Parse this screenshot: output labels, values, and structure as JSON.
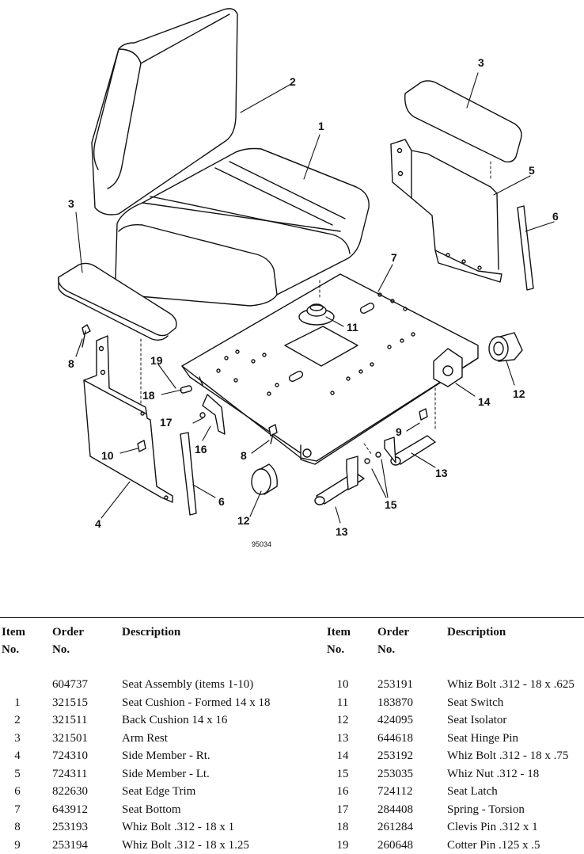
{
  "drawing": {
    "figure_code": "95034",
    "callouts": [
      "1",
      "2",
      "3",
      "3",
      "4",
      "5",
      "6",
      "6",
      "7",
      "8",
      "8",
      "9",
      "10",
      "11",
      "12",
      "12",
      "13",
      "13",
      "14",
      "15",
      "16",
      "17",
      "18",
      "19"
    ]
  },
  "table": {
    "headers": {
      "item": [
        "Item",
        "No."
      ],
      "order": [
        "Order",
        "No."
      ],
      "description": "Description"
    },
    "left_rows": [
      {
        "item": "",
        "order": "604737",
        "desc": "Seat Assembly (items 1-10)"
      },
      {
        "item": "1",
        "order": "321515",
        "desc": "Seat Cushion - Formed 14 x 18"
      },
      {
        "item": "2",
        "order": "321511",
        "desc": "Back Cushion 14 x 16"
      },
      {
        "item": "3",
        "order": "321501",
        "desc": "Arm Rest"
      },
      {
        "item": "4",
        "order": "724310",
        "desc": "Side Member - Rt."
      },
      {
        "item": "5",
        "order": "724311",
        "desc": "Side Member - Lt."
      },
      {
        "item": "6",
        "order": "822630",
        "desc": "Seat Edge Trim"
      },
      {
        "item": "7",
        "order": "643912",
        "desc": "Seat Bottom"
      },
      {
        "item": "8",
        "order": "253193",
        "desc": "Whiz Bolt .312 - 18 x 1"
      },
      {
        "item": "9",
        "order": "253194",
        "desc": "Whiz Bolt .312 - 18 x 1.25"
      }
    ],
    "right_rows": [
      {
        "item": "10",
        "order": "253191",
        "desc": "Whiz Bolt .312 - 18 x .625"
      },
      {
        "item": "11",
        "order": "183870",
        "desc": "Seat Switch"
      },
      {
        "item": "12",
        "order": "424095",
        "desc": "Seat Isolator"
      },
      {
        "item": "13",
        "order": "644618",
        "desc": "Seat Hinge Pin"
      },
      {
        "item": "14",
        "order": "253192",
        "desc": "Whiz Bolt .312 - 18 x .75"
      },
      {
        "item": "15",
        "order": "253035",
        "desc": "Whiz Nut .312 - 18"
      },
      {
        "item": "16",
        "order": "724112",
        "desc": "Seat Latch"
      },
      {
        "item": "17",
        "order": "284408",
        "desc": "Spring - Torsion"
      },
      {
        "item": "18",
        "order": "261284",
        "desc": "Clevis Pin .312 x 1"
      },
      {
        "item": "19",
        "order": "260648",
        "desc": "Cotter Pin .125 x .5"
      }
    ]
  }
}
